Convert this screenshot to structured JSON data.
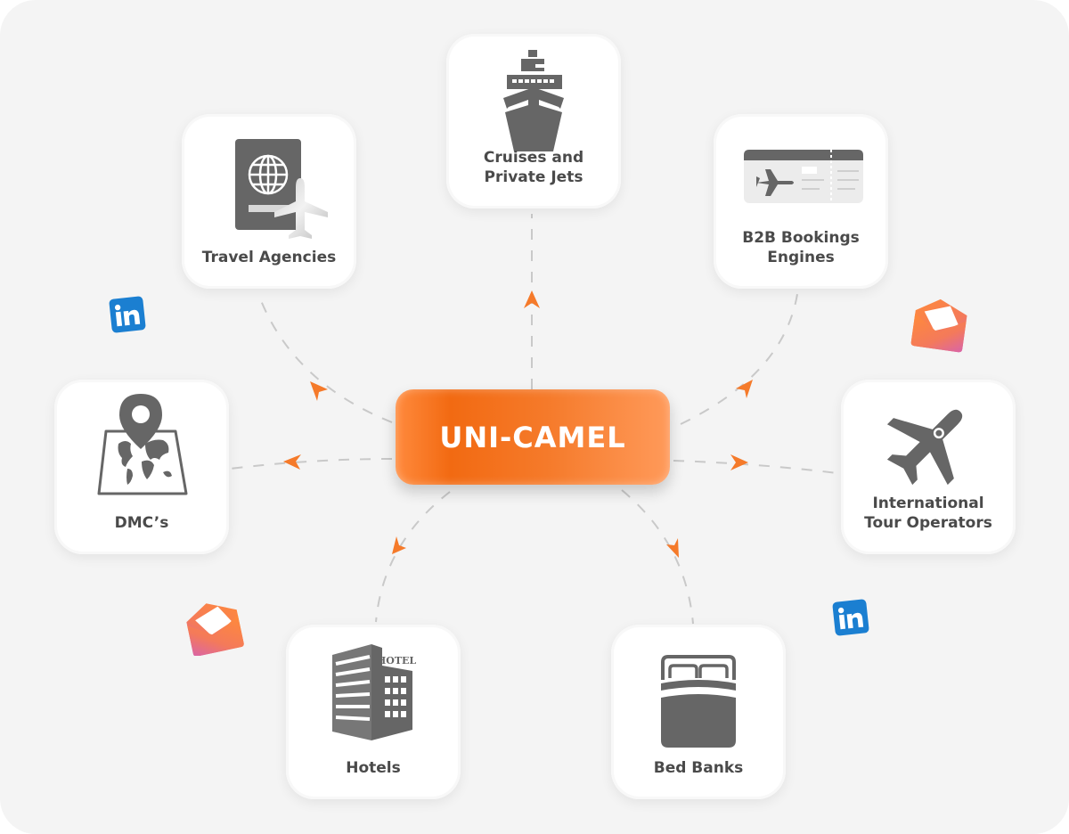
{
  "hub": {
    "label": "UNI-CAMEL",
    "icon": "none"
  },
  "channels": [
    {
      "id": "cruises",
      "label": "Cruises and\nPrivate Jets",
      "icon": "cruise-ship-icon"
    },
    {
      "id": "travel-agencies",
      "label": "Travel Agencies",
      "icon": "passport-plane-icon"
    },
    {
      "id": "b2b",
      "label": "B2B Bookings\nEngines",
      "icon": "boarding-ticket-icon"
    },
    {
      "id": "dmc",
      "label": "DMC’s",
      "icon": "map-pin-icon"
    },
    {
      "id": "tour-operators",
      "label": "International\nTour Operators",
      "icon": "airplane-icon"
    },
    {
      "id": "hotels",
      "label": "Hotels",
      "icon": "hotel-building-icon"
    },
    {
      "id": "bed-banks",
      "label": "Bed Banks",
      "icon": "bed-icon"
    }
  ],
  "hotel_sign": "HOTEL",
  "decorations": [
    {
      "icon": "linkedin-icon",
      "text": "in"
    },
    {
      "icon": "envelope-icon"
    },
    {
      "icon": "envelope-icon"
    },
    {
      "icon": "linkedin-icon",
      "text": "in"
    }
  ],
  "colors": {
    "accent": "#f36b1c",
    "icon_gray": "#666666",
    "text_gray": "#4a4a4a",
    "background": "#f4f4f4",
    "card": "#ffffff",
    "linkedin": "#1b7fd1",
    "connector": "#c8c8c8"
  }
}
